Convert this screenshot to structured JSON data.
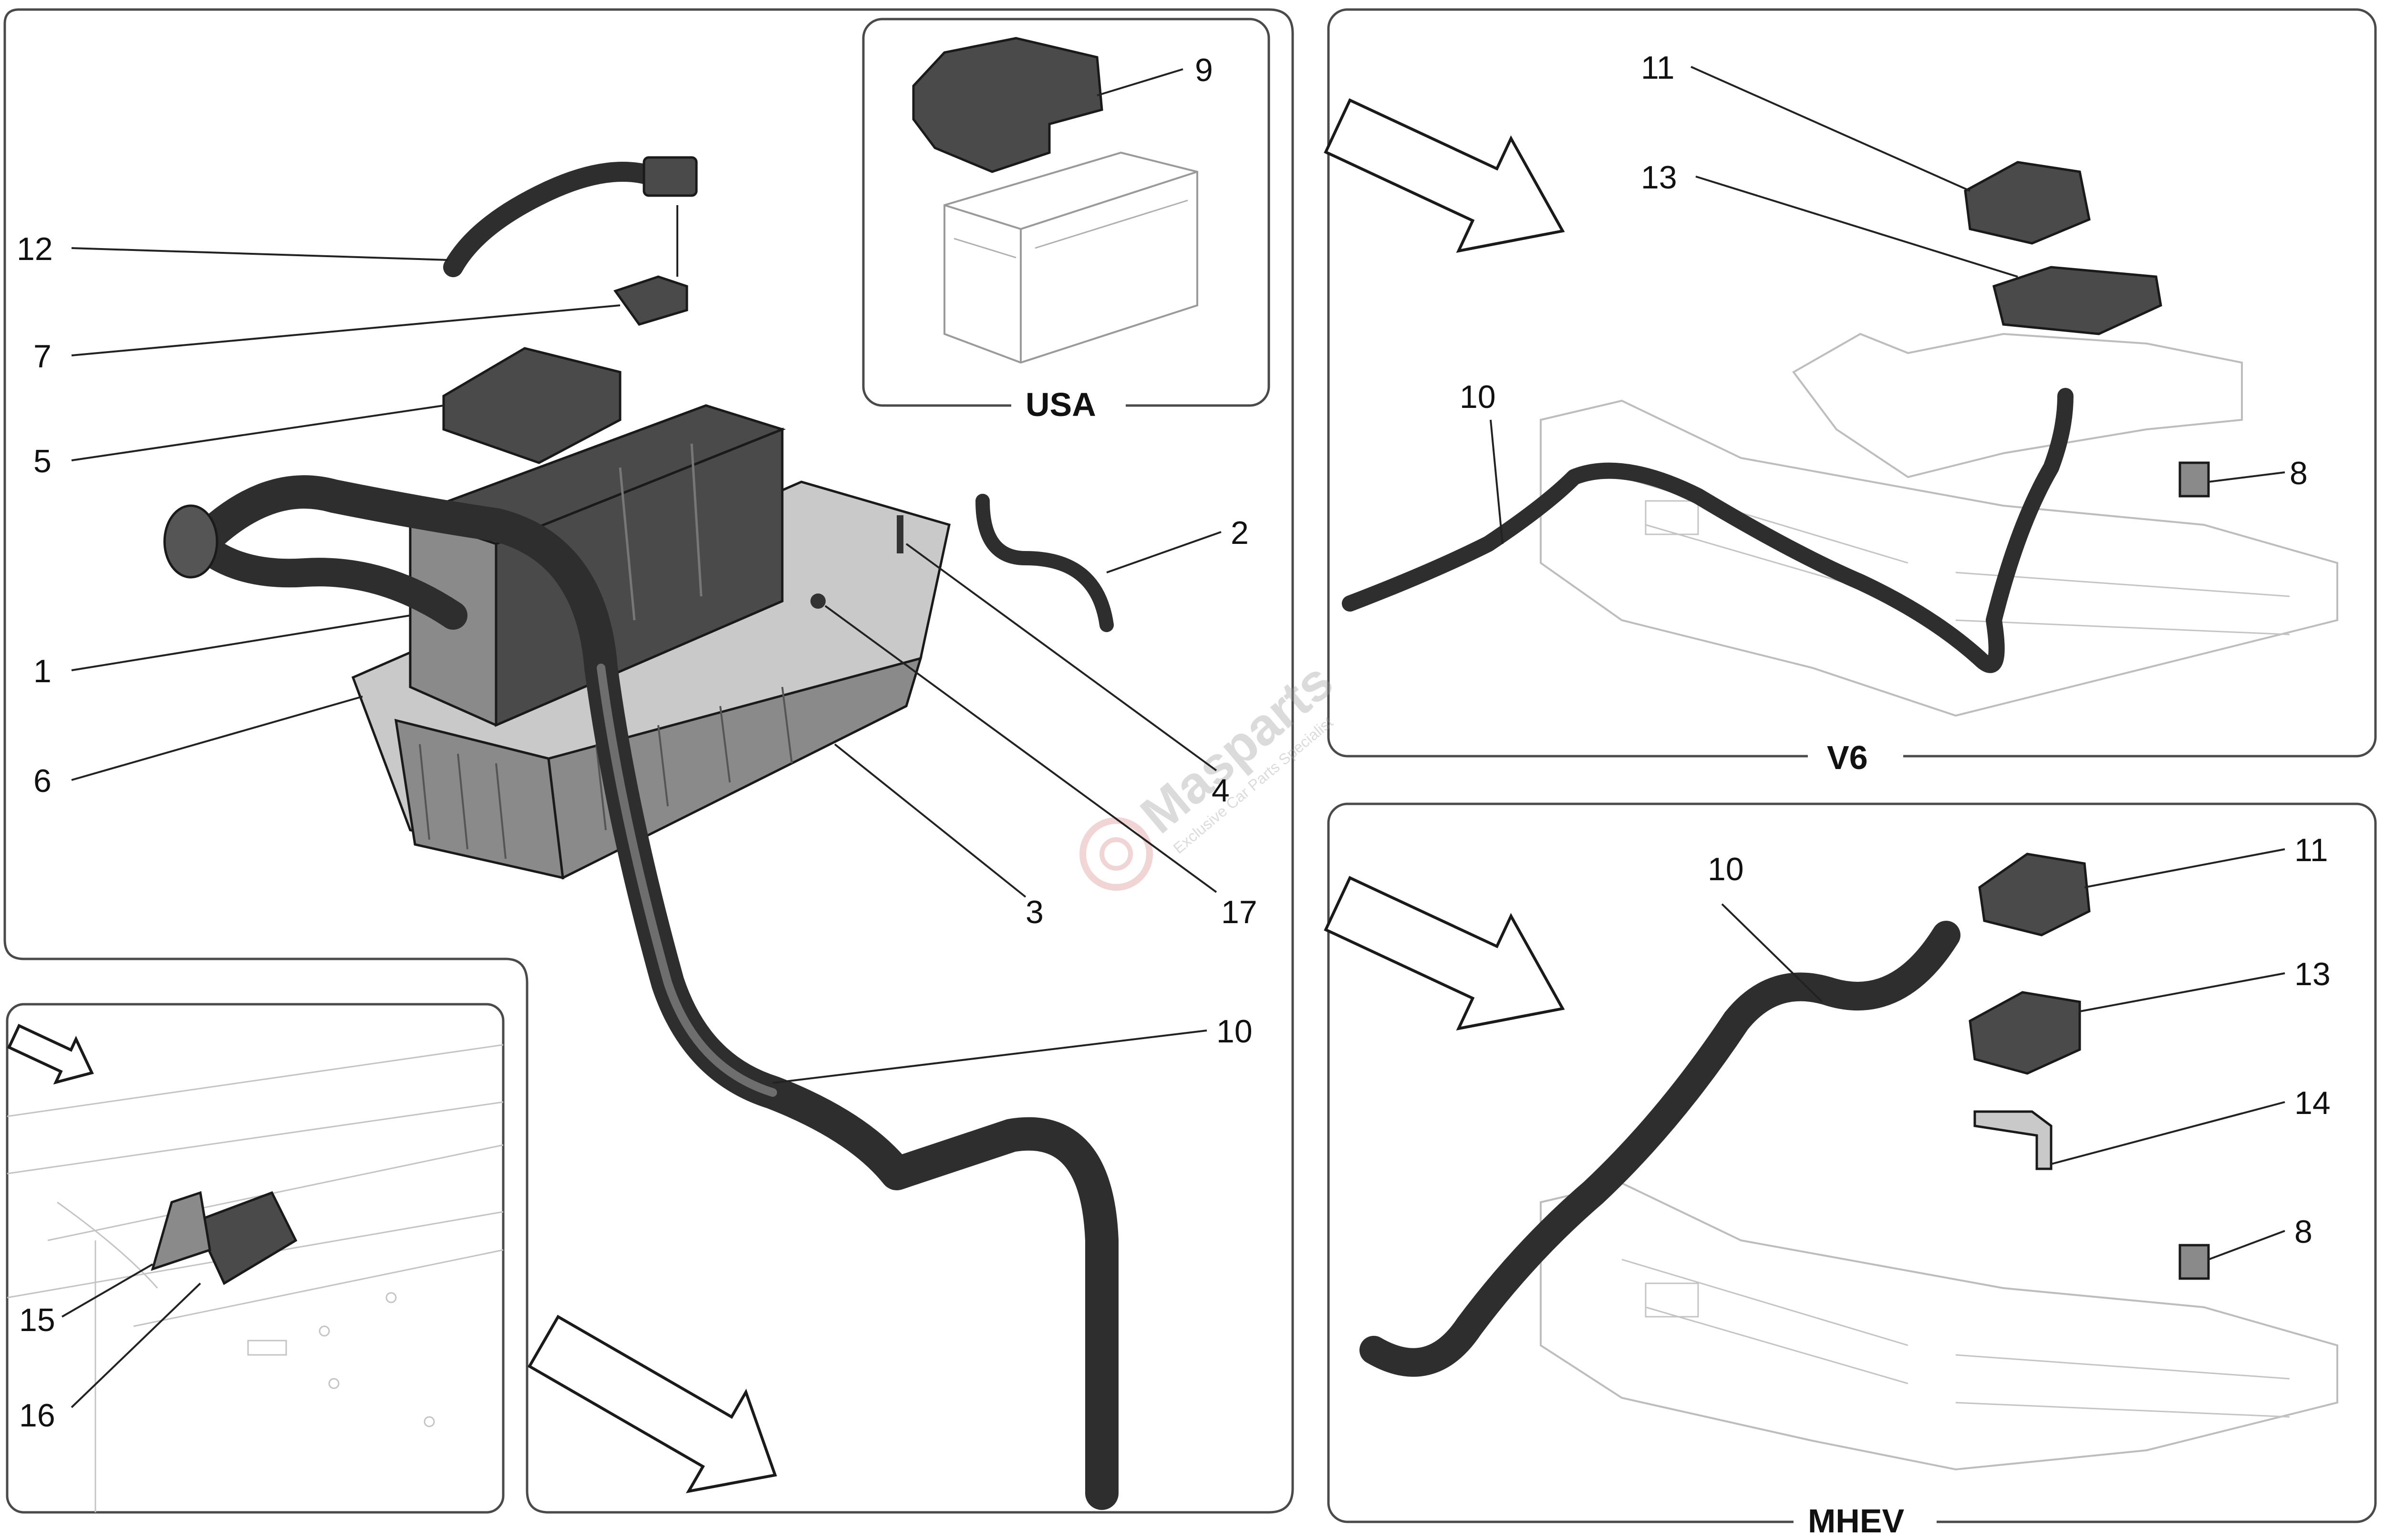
{
  "panels": {
    "main": {
      "callouts": [
        "12",
        "7",
        "5",
        "1",
        "6",
        "2",
        "4",
        "17",
        "3",
        "10"
      ]
    },
    "usa": {
      "title": "USA",
      "callouts": [
        "9"
      ]
    },
    "v6": {
      "title": "V6",
      "callouts": [
        "11",
        "13",
        "10",
        "8"
      ]
    },
    "mhev": {
      "title": "MHEV",
      "callouts": [
        "10",
        "11",
        "13",
        "14",
        "8"
      ]
    },
    "detail": {
      "callouts": [
        "15",
        "16"
      ]
    }
  },
  "watermark": {
    "text": "Masparts",
    "tagline": "Exclusive Car Parts Specialist"
  },
  "colors": {
    "ink": "#111111",
    "frame": "#4a4a4a",
    "part_dark": "#4a4a4a",
    "chassis_line": "#c4c4c4",
    "watermark": "#e8b8b8"
  }
}
